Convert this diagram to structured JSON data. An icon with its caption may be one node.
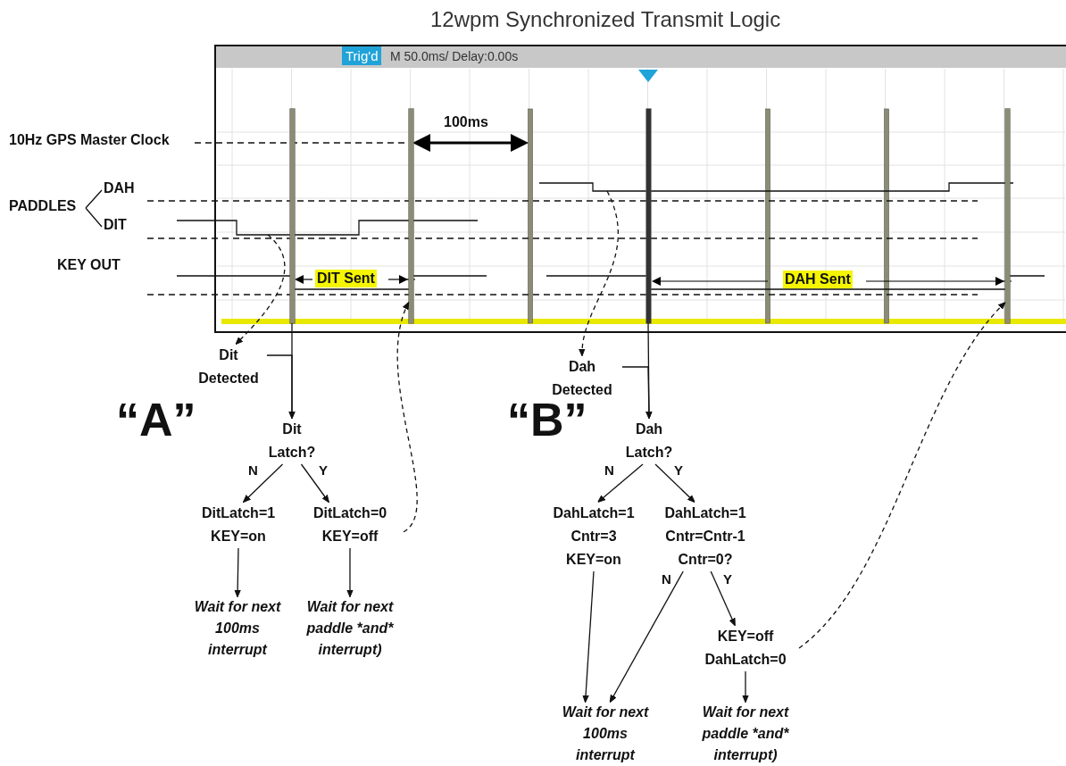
{
  "diagram": {
    "title": "12wpm Synchronized Transmit Logic",
    "nodes": [
      {
        "text": [
          "Dit Detected"
        ]
      },
      {
        "text": [
          "Dit Latch?"
        ]
      },
      {
        "text": [
          "DitLatch=1 KEY=on"
        ]
      },
      {
        "text": [
          "DitLatch=0 KEY=off"
        ]
      },
      {
        "text": [
          "Wait for next 100ms interrupt"
        ]
      },
      {
        "text": [
          "Wait for next paddle *and* interrupt)"
        ]
      },
      {
        "text": [
          "Dah Detected"
        ]
      },
      {
        "text": [
          "Dah Latch?"
        ]
      },
      {
        "text": [
          "DahLatch=1 Cntr=3 KEY=on"
        ]
      },
      {
        "text": [
          "DahLatch=1 Cntr=Cntr-1 Cntr=0?"
        ]
      },
      {
        "text": [
          "KEY=off DahLatch=0"
        ]
      },
      {
        "text": [
          "Wait for next 100ms interrupt"
        ]
      },
      {
        "text": [
          "Wait for next paddle *and* interrupt)"
        ]
      },
      {
        "text": [],
        "shape": "bar"
      },
      {
        "text": [],
        "shape": "bar"
      },
      {
        "text": [],
        "shape": "bar"
      },
      {
        "text": [],
        "shape": "bar"
      },
      {
        "text": [],
        "shape": "line"
      },
      {
        "text": [],
        "shape": "line"
      }
    ],
    "edges": [
      {
        "from": 17,
        "to": 0,
        "arrow": "to",
        "style": "dashed"
      },
      {
        "from": 13,
        "to": 1,
        "arrow": "to"
      },
      {
        "from": 0,
        "to": 1,
        "arrow": "to"
      },
      {
        "from": 1,
        "to": 2,
        "arrow": "to",
        "label": "N"
      },
      {
        "from": 1,
        "to": 3,
        "arrow": "to",
        "label": "Y"
      },
      {
        "from": 2,
        "to": 4,
        "arrow": "to"
      },
      {
        "from": 3,
        "to": 5,
        "arrow": "to"
      },
      {
        "from": 3,
        "to": 14,
        "arrow": "to",
        "style": "dashed"
      },
      {
        "from": 18,
        "to": 6,
        "arrow": "to",
        "style": "dashed"
      },
      {
        "from": 15,
        "to": 7,
        "arrow": "to"
      },
      {
        "from": 6,
        "to": 7,
        "arrow": "to"
      },
      {
        "from": 7,
        "to": 8,
        "arrow": "to",
        "label": "N"
      },
      {
        "from": 7,
        "to": 9,
        "arrow": "to",
        "label": "Y"
      },
      {
        "from": 8,
        "to": 11,
        "arrow": "to"
      },
      {
        "from": 9,
        "to": 11,
        "arrow": "to",
        "label": "N"
      },
      {
        "from": 9,
        "to": 10,
        "arrow": "to",
        "label": "Y"
      },
      {
        "from": 10,
        "to": 12,
        "arrow": "to"
      },
      {
        "from": 10,
        "to": 16,
        "arrow": "to",
        "style": "dashed"
      }
    ],
    "labels": [
      "Trig'd",
      "M 50.0ms/ Delay:0.00s",
      "100ms",
      "10Hz GPS Master Clock",
      "DAH",
      "PADDLES",
      "DIT",
      "KEY OUT",
      "DIT Sent",
      "DAH Sent",
      "“A”",
      "“B”"
    ]
  }
}
